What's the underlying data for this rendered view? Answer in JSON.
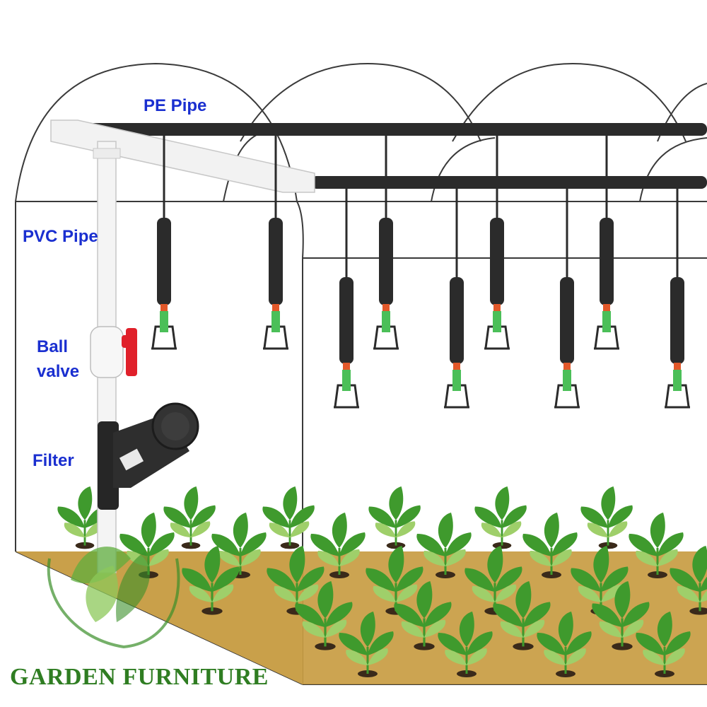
{
  "labels": {
    "pe_pipe": "PE Pipe",
    "pvc_pipe": "PVC Pipe",
    "ball_valve_line1": "Ball",
    "ball_valve_line2": "valve",
    "filter": "Filter"
  },
  "brand": {
    "name": "GARDEN FURNITURE"
  },
  "colors": {
    "label_text": "#1a2fd0",
    "brand_text": "#2f7d22",
    "soil": "#c79a3e",
    "leaf_dark": "#3f9a2d",
    "leaf_light": "#9fcf6a",
    "valve_handle": "#e0202a",
    "pipe_black": "#2b2b2b",
    "pipe_white": "#f2f2f2",
    "nozzle_green": "#4bbf58",
    "nozzle_orange": "#e2582a"
  },
  "icons": {
    "logo": "leaf-logo-icon",
    "valve": "ball-valve-icon",
    "filter": "disc-filter-icon",
    "sprinkler": "hanging-sprinkler-icon"
  }
}
